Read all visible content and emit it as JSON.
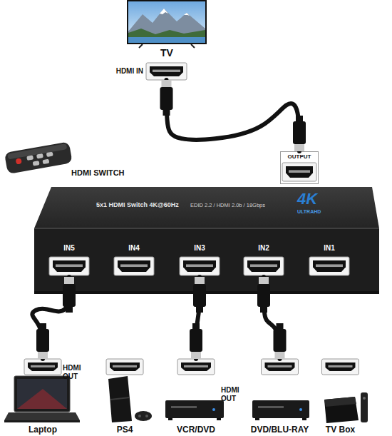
{
  "diagram": {
    "nodes": [
      {
        "text": [
          "TV"
        ]
      },
      {
        "text": [
          "HDMI IN"
        ]
      },
      {
        "text": [
          "HDMI SWITCH",
          "4K",
          "ULTRAHD",
          "5x1 HDMI Switch 4K@60Hz",
          "EDID 2.2 / HDMI 2.0b / 18Gbps"
        ]
      },
      {
        "text": [
          "OUTPUT"
        ]
      },
      {
        "text": [
          "IN5"
        ],
        "in": 2
      },
      {
        "text": [
          "IN4"
        ],
        "in": 2
      },
      {
        "text": [
          "IN3"
        ],
        "in": 2
      },
      {
        "text": [
          "IN2"
        ],
        "in": 2
      },
      {
        "text": [
          "IN1"
        ],
        "in": 2
      },
      {
        "text": [
          "Laptop"
        ]
      },
      {
        "text": [
          "PS4"
        ]
      },
      {
        "text": [
          "VCR/DVD"
        ]
      },
      {
        "text": [
          "DVD/BLU-RAY"
        ]
      },
      {
        "text": [
          "TV Box"
        ]
      }
    ],
    "edges": [
      {
        "from": 1,
        "to": 3,
        "arrow": "none"
      },
      {
        "from": 9,
        "to": 4,
        "arrow": "none"
      },
      {
        "from": 11,
        "to": 6,
        "arrow": "none"
      },
      {
        "from": 12,
        "to": 7,
        "arrow": "none"
      }
    ],
    "labels": [
      "HDMI OUT",
      "HDMI OUT"
    ]
  }
}
